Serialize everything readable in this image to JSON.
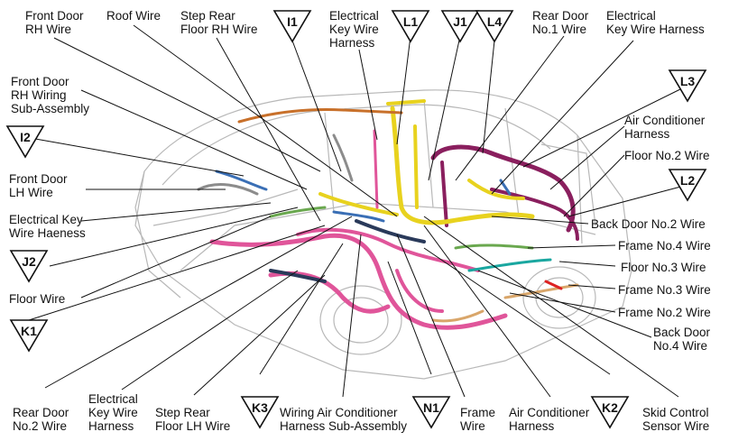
{
  "labels": {
    "front_door_rh_wire": "Front Door\nRH Wire",
    "roof_wire": "Roof Wire",
    "step_rear_floor_rh_wire": "Step Rear\nFloor RH Wire",
    "electrical_key_wire_harness_top": "Electrical\nKey Wire\nHarness",
    "rear_door_no1_wire": "Rear Door\nNo.1 Wire",
    "electrical_key_wire_harness_top_right": "Electrical\nKey Wire Harness",
    "front_door_rh_wiring_sub_assembly": "Front Door\nRH Wiring\nSub-Assembly",
    "air_conditioner_harness_right": "Air Conditioner\nHarness",
    "floor_no2_wire": "Floor No.2 Wire",
    "front_door_lh_wire": "Front Door\nLH Wire",
    "electrical_key_wire_haeness": "Electrical Key\nWire Haeness",
    "back_door_no2_wire": "Back Door No.2 Wire",
    "frame_no4_wire": "Frame No.4 Wire",
    "floor_no3_wire": "Floor No.3 Wire",
    "floor_wire": "Floor Wire",
    "frame_no3_wire": "Frame No.3 Wire",
    "frame_no2_wire": "Frame No.2 Wire",
    "back_door_no4_wire": "Back Door\nNo.4 Wire",
    "rear_door_no2_wire": "Rear Door\nNo.2 Wire",
    "electrical_key_wire_harness_bottom": "Electrical\nKey Wire\nHarness",
    "step_rear_floor_lh_wire": "Step Rear\nFloor LH Wire",
    "wiring_air_conditioner_harness_sub_assembly": "Wiring Air Conditioner\nHarness Sub-Assembly",
    "frame_wire": "Frame\nWire",
    "air_conditioner_harness_bottom": "Air Conditioner\nHarness",
    "skid_control_sensor_wire": "Skid Control\nSensor Wire"
  },
  "markers": {
    "I1": "I1",
    "L1": "L1",
    "J1": "J1",
    "L4": "L4",
    "L3": "L3",
    "I2": "I2",
    "L2": "L2",
    "J2": "J2",
    "K1": "K1",
    "K3": "K3",
    "N1": "N1",
    "K2": "K2"
  },
  "colors": {
    "pink": "#e0559a",
    "yellow": "#e8d21e",
    "purple": "#8a1f5e",
    "blue": "#3a6fb5",
    "teal": "#1aa7a0",
    "green": "#6aa84f",
    "orange": "#c8702a",
    "red": "#d22",
    "tan": "#d9a66a"
  }
}
